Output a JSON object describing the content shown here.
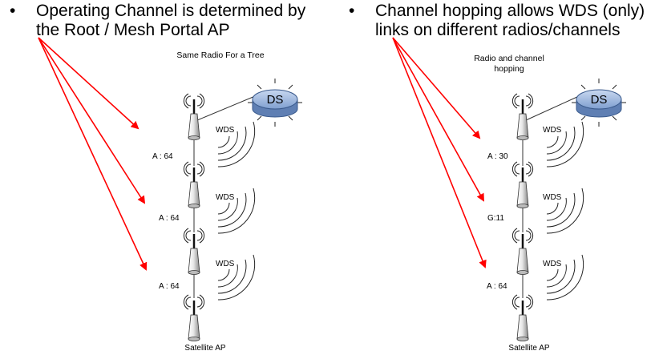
{
  "left": {
    "bullet": "•",
    "line1": "Operating Channel is determined by",
    "line2": "the Root / Mesh Portal  AP",
    "title": "Same Radio For a Tree",
    "ds_label": "DS",
    "wds_labels": [
      "WDS",
      "WDS",
      "WDS"
    ],
    "channels": [
      "A : 64",
      "A : 64",
      "A : 64"
    ],
    "satellite_label": "Satellite AP"
  },
  "right": {
    "bullet": "•",
    "line1": "Channel hopping allows WDS (only)",
    "line2": "links on different radios/channels",
    "title_line1": "Radio and channel",
    "title_line2": "hopping",
    "ds_label": "DS",
    "wds_labels": [
      "WDS",
      "WDS",
      "WDS"
    ],
    "channels": [
      "A : 30",
      "G:11",
      "A : 64"
    ],
    "satellite_label": "Satellite AP"
  },
  "colors": {
    "arrow": "#ff0000",
    "ds_fill": "#9fb9e0",
    "ds_stroke": "#3a5a8c",
    "antenna_dark": "#222222",
    "antenna_light": "#f0f0f0"
  }
}
